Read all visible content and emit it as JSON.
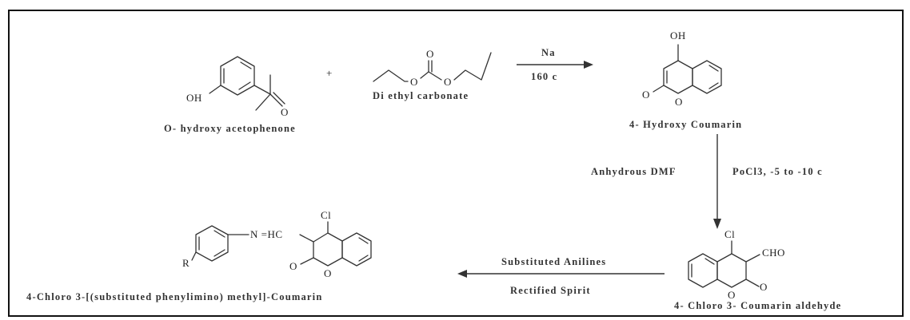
{
  "compounds": {
    "c1": {
      "name": "O- hydroxy acetophenone",
      "oh": "OH",
      "o": "O"
    },
    "plus": "+",
    "c2": {
      "name": "Di ethyl carbonate",
      "o_top": "O",
      "o1": "O",
      "o2": "O"
    },
    "c3": {
      "name": "4- Hydroxy Coumarin",
      "oh": "OH",
      "o_ring": "O",
      "o_carbonyl": "O"
    },
    "c4": {
      "name": "4- Chloro 3- Coumarin aldehyde",
      "cl": "Cl",
      "cho": "CHO",
      "o_ring": "O",
      "o_carbonyl": "O"
    },
    "c5": {
      "name": "4-Chloro 3-[(substituted phenylimino) methyl]-Coumarin",
      "r": "R",
      "imine": "N =HC",
      "cl": "Cl",
      "o_ring": "O",
      "o_carbonyl": "O"
    }
  },
  "reactions": {
    "r1": {
      "above": "Na",
      "below": "160 c"
    },
    "r2": {
      "left": "Anhydrous DMF",
      "right": "PoCl3, -5 to -10 c"
    },
    "r3": {
      "above": "Substituted Anilines",
      "below": "Rectified Spirit"
    }
  }
}
